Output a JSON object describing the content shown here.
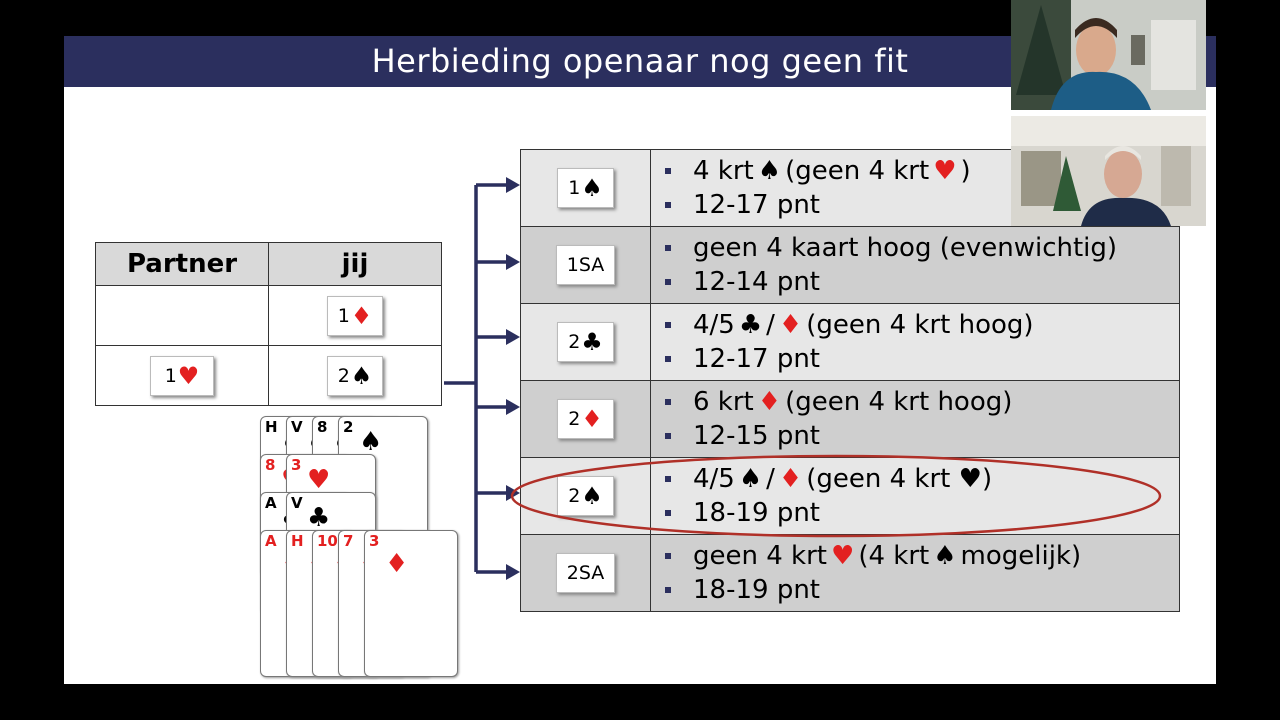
{
  "slide": {
    "title": "Herbieding openaar nog geen fit"
  },
  "auction": {
    "headers": [
      "Partner",
      "jij"
    ],
    "rows": [
      {
        "partner": "",
        "jij": {
          "level": "1",
          "suit": "♦",
          "suit_color": "red"
        }
      },
      {
        "partner": {
          "level": "1",
          "suit": "♥",
          "suit_color": "red"
        },
        "jij": {
          "level": "2",
          "suit": "♠",
          "suit_color": "black"
        }
      }
    ]
  },
  "bids": [
    {
      "bid": {
        "level": "1",
        "suit": "♠",
        "suit_color": "black"
      },
      "line1": {
        "a": "4 krt",
        "s1": "♠",
        "b": "(geen 4 krt",
        "s2": "♥",
        "c": ")"
      },
      "line2": "12-17 pnt"
    },
    {
      "bid": {
        "level": "1SA",
        "suit": "",
        "suit_color": "black"
      },
      "line1": {
        "a": "geen 4 kaart hoog (evenwichtig)",
        "s1": "",
        "b": "",
        "s2": "",
        "c": ""
      },
      "line2": "12-14 pnt"
    },
    {
      "bid": {
        "level": "2",
        "suit": "♣",
        "suit_color": "black"
      },
      "line1": {
        "a": "4/5",
        "s1": "♣",
        "b": "/",
        "s2": "♦",
        "c": "(geen 4 krt hoog)"
      },
      "line2": "12-17 pnt"
    },
    {
      "bid": {
        "level": "2",
        "suit": "♦",
        "suit_color": "red"
      },
      "line1": {
        "a": "6 krt",
        "s1": "♦",
        "b": "(geen 4 krt hoog)",
        "s2": "",
        "c": ""
      },
      "line2": "12-15 pnt"
    },
    {
      "bid": {
        "level": "2",
        "suit": "♠",
        "suit_color": "black"
      },
      "line1": {
        "a": "4/5",
        "s1": "♠",
        "b": "/",
        "s2": "♦",
        "c": "(geen 4 krt ♥)"
      },
      "line2": "18-19 pnt",
      "highlighted": true
    },
    {
      "bid": {
        "level": "2SA",
        "suit": "",
        "suit_color": "black"
      },
      "line1": {
        "a": "geen 4 krt",
        "s1": "♥",
        "b": "(4 krt",
        "s2": "♠",
        "c": "mogelijk)"
      },
      "line2": "18-19 pnt"
    }
  ],
  "hand": {
    "rows": [
      [
        "H",
        "V",
        "8",
        "2"
      ],
      [
        "8",
        "3"
      ],
      [
        "A",
        "V"
      ],
      [
        "A",
        "H",
        "10",
        "7",
        "3"
      ]
    ]
  },
  "colors": {
    "title_bar": "#2b2f5e",
    "red_suit": "#e32020",
    "highlight_ellipse": "#b03028",
    "row_light": "#e7e7e7",
    "row_dark": "#cfcfcf"
  }
}
